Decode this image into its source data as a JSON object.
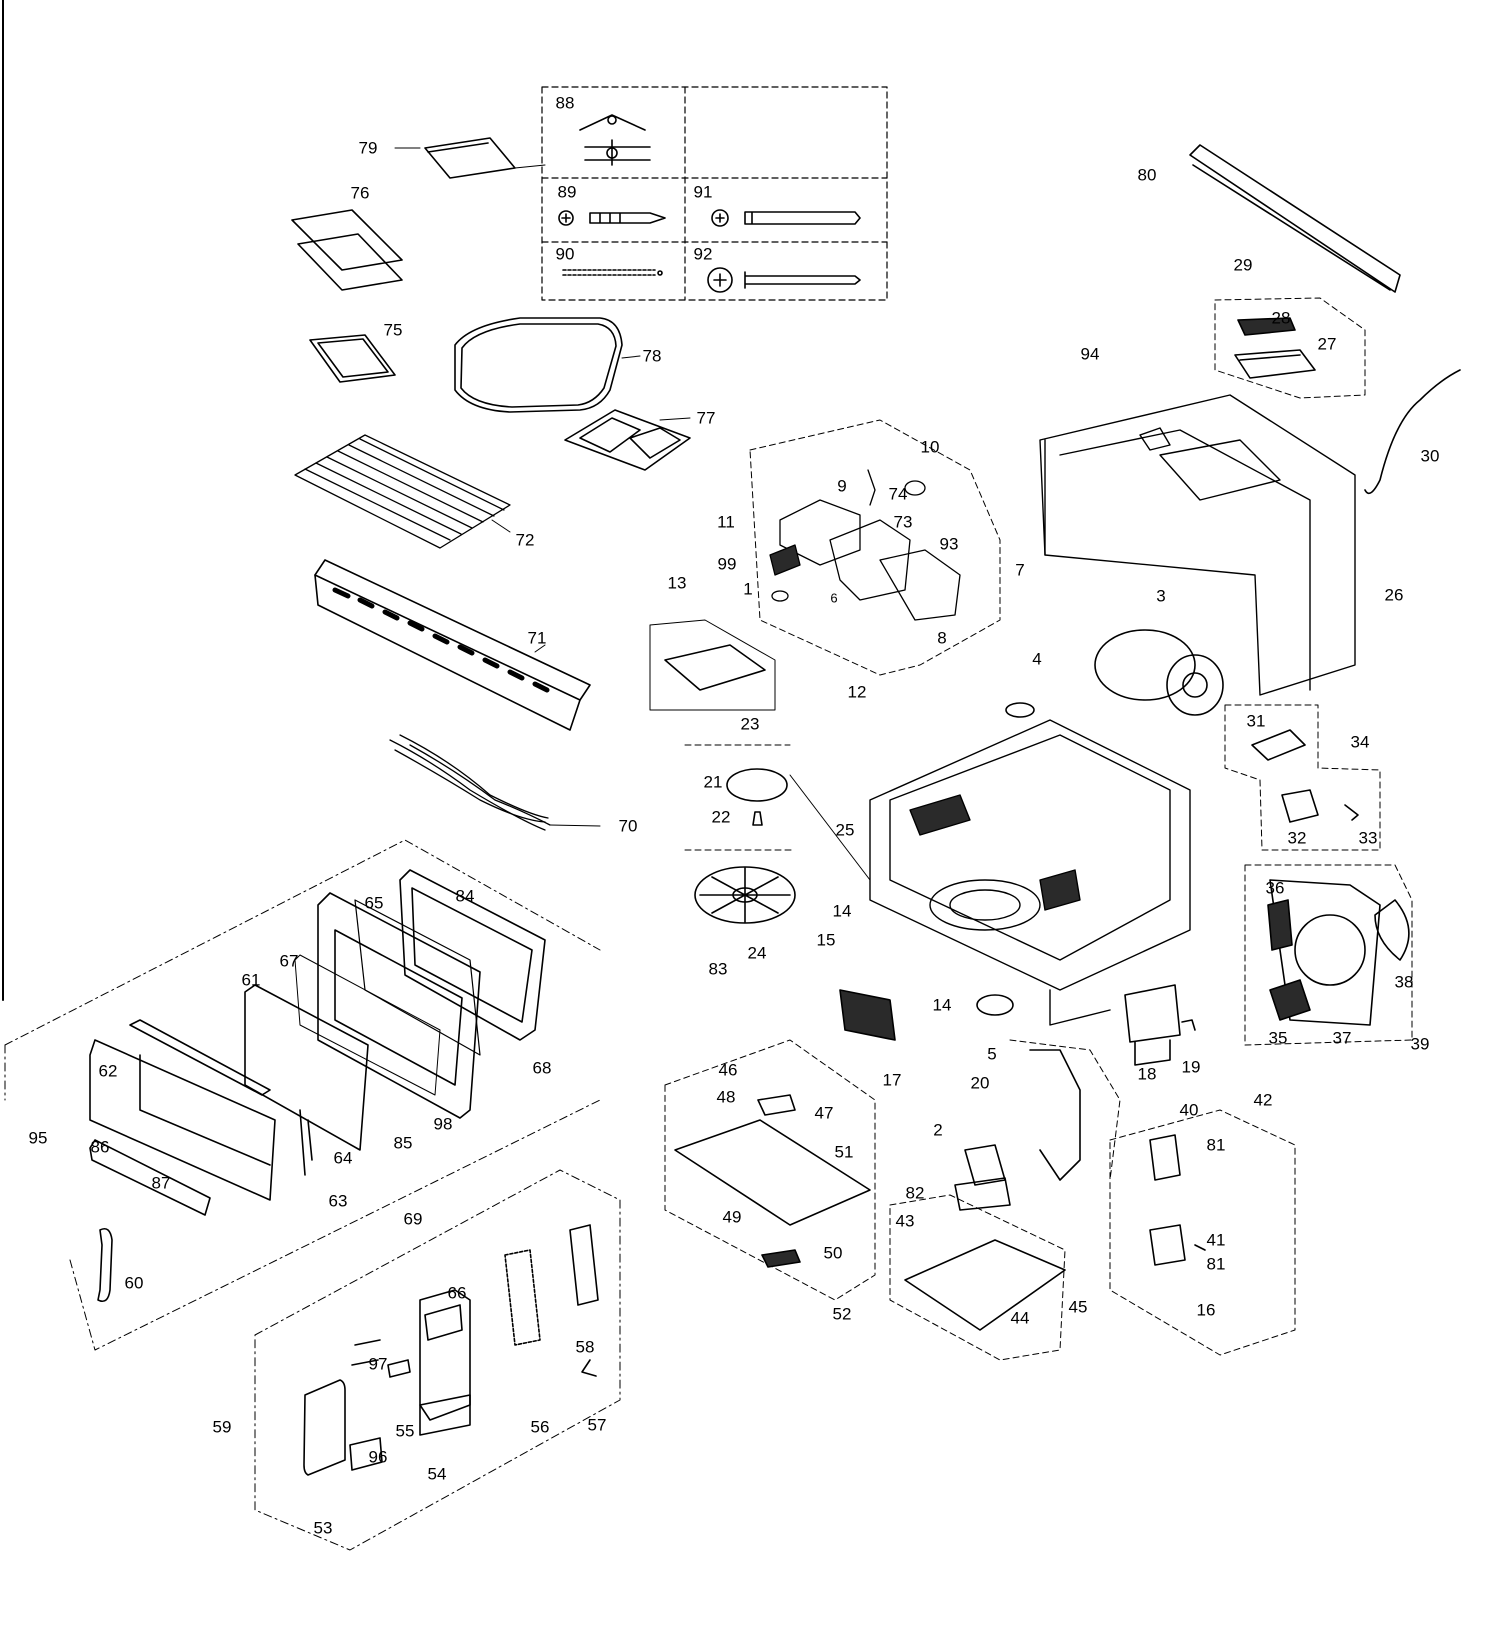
{
  "colors": {
    "ink": "#000000",
    "paper": "#ffffff",
    "fill": "#2a2a2a"
  },
  "labels": {
    "l1": "1",
    "l2": "2",
    "l3": "3",
    "l4": "4",
    "l5": "5",
    "l6": "6",
    "l7": "7",
    "l8": "8",
    "l9": "9",
    "l10": "10",
    "l11": "11",
    "l12": "12",
    "l13": "13",
    "l14a": "14",
    "l14b": "14",
    "l15": "15",
    "l16": "16",
    "l17": "17",
    "l18": "18",
    "l19": "19",
    "l20": "20",
    "l21": "21",
    "l22": "22",
    "l23": "23",
    "l24": "24",
    "l25": "25",
    "l26": "26",
    "l27": "27",
    "l28": "28",
    "l29": "29",
    "l30": "30",
    "l31": "31",
    "l32": "32",
    "l33": "33",
    "l34": "34",
    "l35": "35",
    "l36": "36",
    "l37": "37",
    "l38": "38",
    "l39": "39",
    "l40": "40",
    "l41": "41",
    "l42": "42",
    "l43": "43",
    "l44": "44",
    "l45": "45",
    "l46": "46",
    "l47": "47",
    "l48": "48",
    "l49": "49",
    "l50": "50",
    "l51": "51",
    "l52": "52",
    "l53": "53",
    "l54": "54",
    "l55": "55",
    "l56": "56",
    "l57": "57",
    "l58": "58",
    "l59": "59",
    "l60": "60",
    "l61": "61",
    "l62": "62",
    "l63": "63",
    "l64": "64",
    "l65": "65",
    "l66": "66",
    "l67": "67",
    "l68": "68",
    "l69": "69",
    "l70": "70",
    "l71": "71",
    "l72": "72",
    "l73": "73",
    "l74": "74",
    "l75": "75",
    "l76": "76",
    "l77": "77",
    "l78": "78",
    "l79": "79",
    "l80": "80",
    "l81a": "81",
    "l81b": "81",
    "l82": "82",
    "l83": "83",
    "l84": "84",
    "l85": "85",
    "l86": "86",
    "l87": "87",
    "l88": "88",
    "l89": "89",
    "l90": "90",
    "l91": "91",
    "l92": "92",
    "l93": "93",
    "l94": "94",
    "l95": "95",
    "l96": "96",
    "l97": "97",
    "l98": "98",
    "l99": "99"
  }
}
